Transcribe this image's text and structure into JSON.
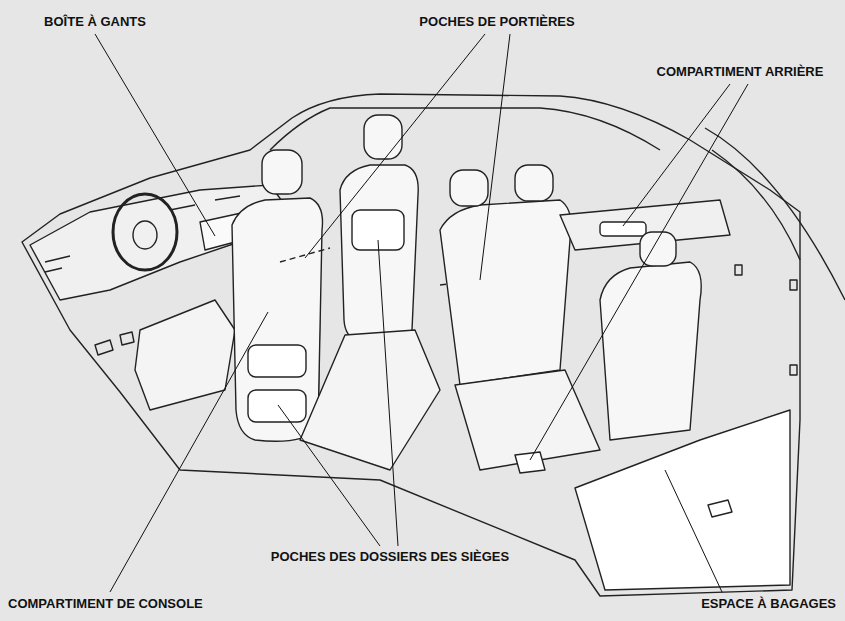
{
  "diagram": {
    "labels": [
      "BOÎTE À GANTS",
      "POCHES DE PORTIÈRES",
      "COMPARTIMENT ARRIÈRE",
      "POCHES DES DOSSIERS DES SIÈGES",
      "COMPARTIMENT DE CONSOLE",
      "ESPACE À BAGAGES"
    ]
  }
}
